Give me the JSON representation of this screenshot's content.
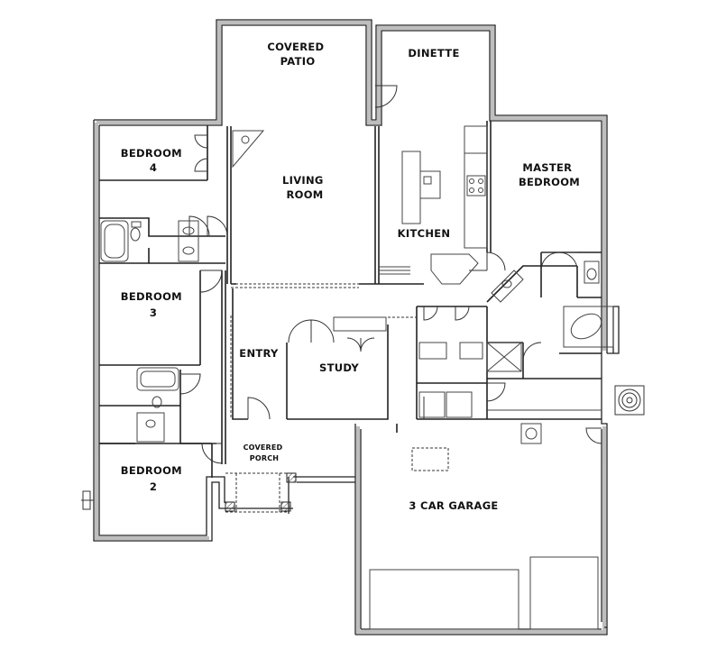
{
  "rooms": {
    "covered_patio": [
      "COVERED",
      "PATIO"
    ],
    "dinette": [
      "DINETTE"
    ],
    "bedroom_4": [
      "BEDROOM",
      "4"
    ],
    "living_room": [
      "LIVING",
      "ROOM"
    ],
    "kitchen": [
      "KITCHEN"
    ],
    "master_bedroom": [
      "MASTER",
      "BEDROOM"
    ],
    "bedroom_3": [
      "BEDROOM",
      "3"
    ],
    "entry": [
      "ENTRY"
    ],
    "study": [
      "STUDY"
    ],
    "bedroom_2": [
      "BEDROOM",
      "2"
    ],
    "covered_porch": [
      "COVERED",
      "PORCH"
    ],
    "garage": [
      "3 CAR GARAGE"
    ]
  },
  "colors": {
    "wall": "#222222",
    "wall_fill": "#ffffff",
    "fixture": "#444444",
    "hatch": "#555555"
  }
}
